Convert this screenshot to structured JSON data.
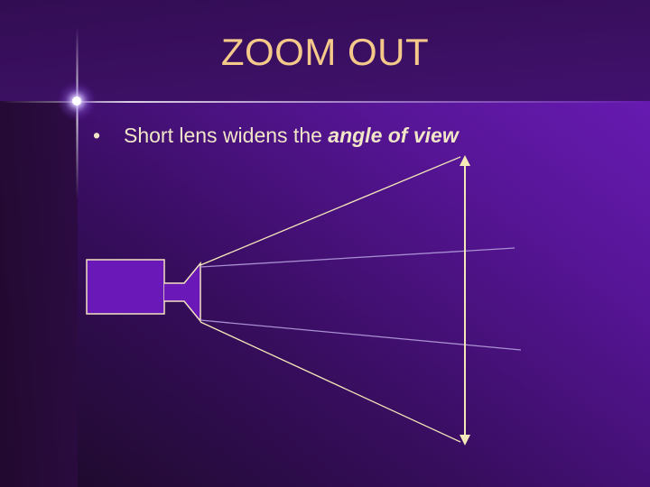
{
  "slide": {
    "title": "ZOOM OUT",
    "bullet": {
      "marker": "•",
      "text": "Short lens widens the ",
      "emphasis": "angle of view"
    }
  },
  "colors": {
    "background_dark": "#1e0a2e",
    "background_mid": "#3a0e63",
    "background_light": "#6a1cb4",
    "title": "#f4c98a",
    "text": "#f2e6c8",
    "camera_fill": "#6a18b8",
    "camera_stroke": "#f3e3c0",
    "ray_line": "#f5e8b8",
    "center_ray": "#a98fd2",
    "glow": "#ffffff"
  },
  "icons": {
    "camera": "camera-body-icon",
    "sparkle": "lens-flare-icon"
  }
}
